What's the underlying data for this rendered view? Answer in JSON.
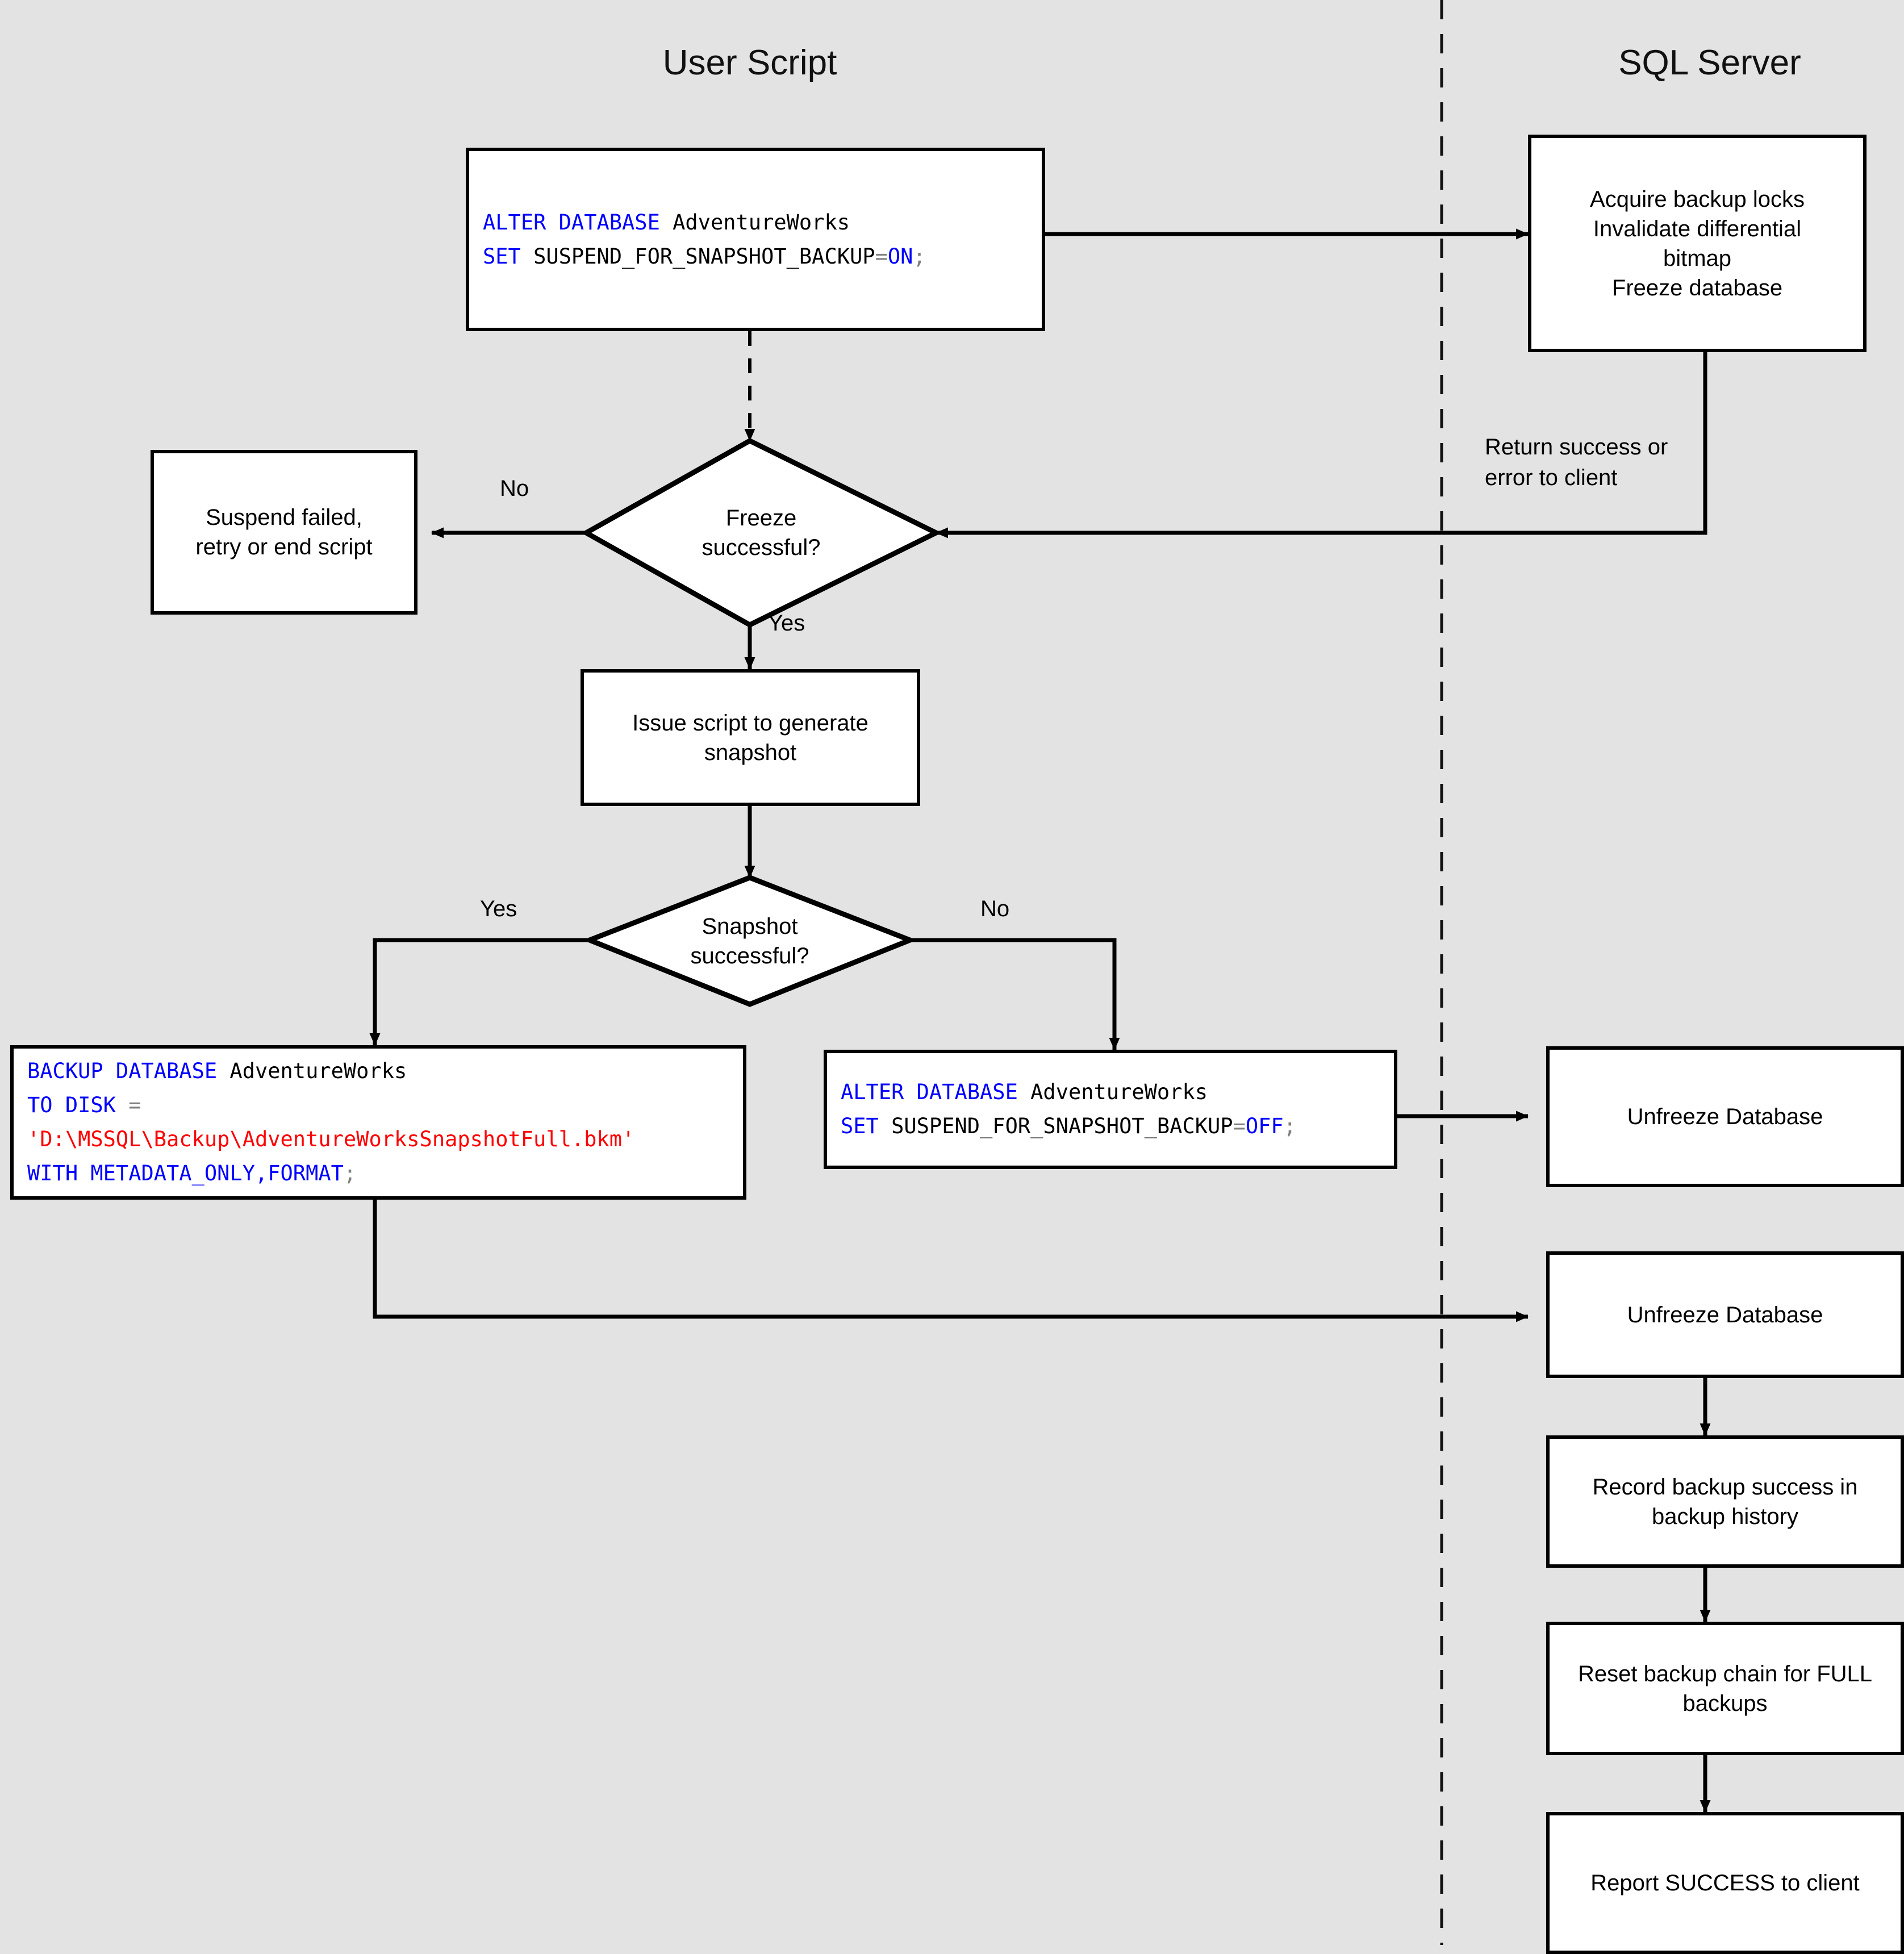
{
  "diagram": {
    "title_user": "User Script",
    "title_server": "SQL Server",
    "background_color": "#e3e3e3",
    "keyword_color": "#0000ff",
    "string_color": "#ff0000",
    "punctuation_color": "#808080",
    "border_color": "#000000",
    "node_fill": "#ffffff"
  },
  "lanes": [
    {
      "name": "user-script",
      "label": "User Script"
    },
    {
      "name": "sql-server",
      "label": "SQL Server"
    }
  ],
  "code_blocks": {
    "alter_on": {
      "line1_kw": "ALTER DATABASE",
      "line1_rest": " AdventureWorks",
      "line2_kw": "SET",
      "line2_rest": " SUSPEND_FOR_SNAPSHOT_BACKUP",
      "line2_op": "=",
      "line2_val": "ON",
      "line2_end": ";",
      "plain": "ALTER DATABASE AdventureWorks\nSET SUSPEND_FOR_SNAPSHOT_BACKUP=ON;"
    },
    "alter_off": {
      "line1_kw": "ALTER DATABASE",
      "line1_rest": " AdventureWorks",
      "line2_kw": "SET",
      "line2_rest": " SUSPEND_FOR_SNAPSHOT_BACKUP",
      "line2_op": "=",
      "line2_val": "OFF",
      "line2_end": ";",
      "plain": "ALTER DATABASE AdventureWorks\nSET SUSPEND_FOR_SNAPSHOT_BACKUP=OFF;"
    },
    "backup": {
      "line1_kw": "BACKUP DATABASE",
      "line1_rest": " AdventureWorks",
      "line2_kw": "TO DISK",
      "line2_op": " =",
      "line3_str": "'D:\\MSSQL\\Backup\\AdventureWorksSnapshotFull.bkm'",
      "line4_kw": "WITH METADATA_ONLY,FORMAT",
      "line4_end": ";",
      "plain": "BACKUP DATABASE AdventureWorks\nTO DISK =\n'D:\\MSSQL\\Backup\\AdventureWorksSnapshotFull.bkm'\nWITH METADATA_ONLY,FORMAT;"
    }
  },
  "nodes": {
    "acquire_locks": "Acquire backup locks\nInvalidate differential\nbitmap\nFreeze database",
    "suspend_failed": "Suspend failed,\nretry or end script",
    "issue_script": "Issue script to generate\nsnapshot",
    "unfreeze_top": "Unfreeze Database",
    "unfreeze_bottom": "Unfreeze Database",
    "record_backup": "Record backup success in\nbackup history",
    "reset_chain": "Reset backup chain for FULL\nbackups",
    "report_success": "Report SUCCESS to client"
  },
  "decisions": {
    "freeze_successful": "Freeze\nsuccessful?",
    "snapshot_successful": "Snapshot\nsuccessful?"
  },
  "edge_labels": {
    "freeze_no": "No",
    "freeze_yes": "Yes",
    "snapshot_yes": "Yes",
    "snapshot_no": "No",
    "return_status": "Return success or\nerror to client"
  }
}
